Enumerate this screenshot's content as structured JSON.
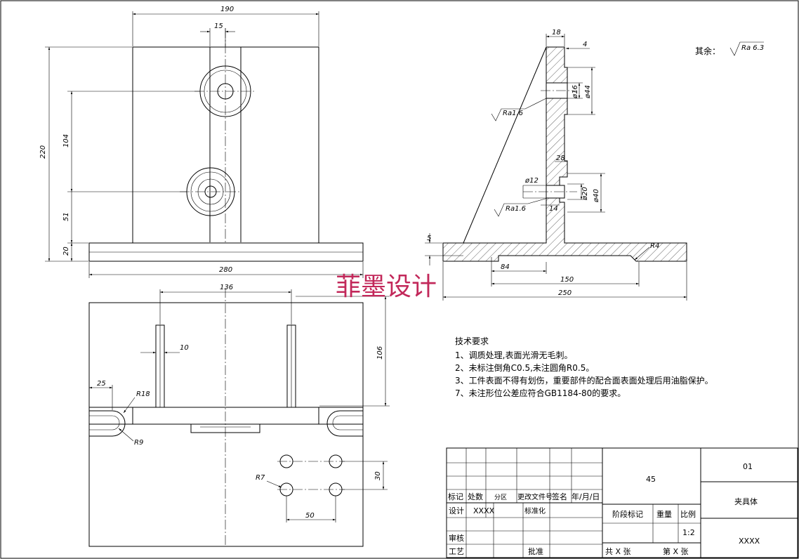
{
  "watermark": "菲墨设计",
  "roughness_note": {
    "label": "其余：",
    "value": "Ra 6.3"
  },
  "roughness_marks": [
    "Ra1.6",
    "Ra1.6"
  ],
  "dimensions": {
    "top_view": {
      "width": "190",
      "slot": "15",
      "height": "220",
      "hole_spacing": "104",
      "lower": "51",
      "base": "20",
      "base_width": "280"
    },
    "front_view": {
      "spacing": "136",
      "rib": "10",
      "height": "106",
      "edge": "25",
      "r_upper": "R18",
      "r_lower": "R9",
      "hole_r": "R7",
      "hole_dx": "50",
      "hole_dy": "30"
    },
    "section": {
      "top": "18",
      "offset": "4",
      "d_upper_small": "ø16",
      "d_upper_large": "ø44",
      "w_mid": "28",
      "d_mid_small": "ø12",
      "d_mid_medium": "ø20",
      "d_mid_large": "ø40",
      "w_low": "14",
      "base_thk": "5",
      "d84": "84",
      "d150": "150",
      "d250": "250",
      "r_corner": "R4"
    }
  },
  "tech_requirements": {
    "title": "技术要求",
    "items": [
      "1、调质处理,表面光滑无毛刺。",
      "2、未标注倒角C0.5,未注圆角R0.5。",
      "3、工件表面不得有划伤，重要部件的配合面表面处理后用油脂保护。",
      "7、未注形位公差应符合GB1184-80的要求。"
    ]
  },
  "title_block": {
    "rev_headers": [
      "标记",
      "处数",
      "分区",
      "更改文件号",
      "签名",
      "年/月/日"
    ],
    "design": "设计",
    "design_value": "XXXX",
    "standardize": "标准化",
    "review": "审核",
    "process": "工艺",
    "approve": "批准",
    "material": "45",
    "stage_mark": "阶段标记",
    "weight": "重量",
    "scale": "比例",
    "scale_value": "1:2",
    "sheets_total": "共 X 张",
    "sheet_no": "第 X 张",
    "drawing_no": "01",
    "part_name": "夹具体",
    "company": "XXXX"
  }
}
